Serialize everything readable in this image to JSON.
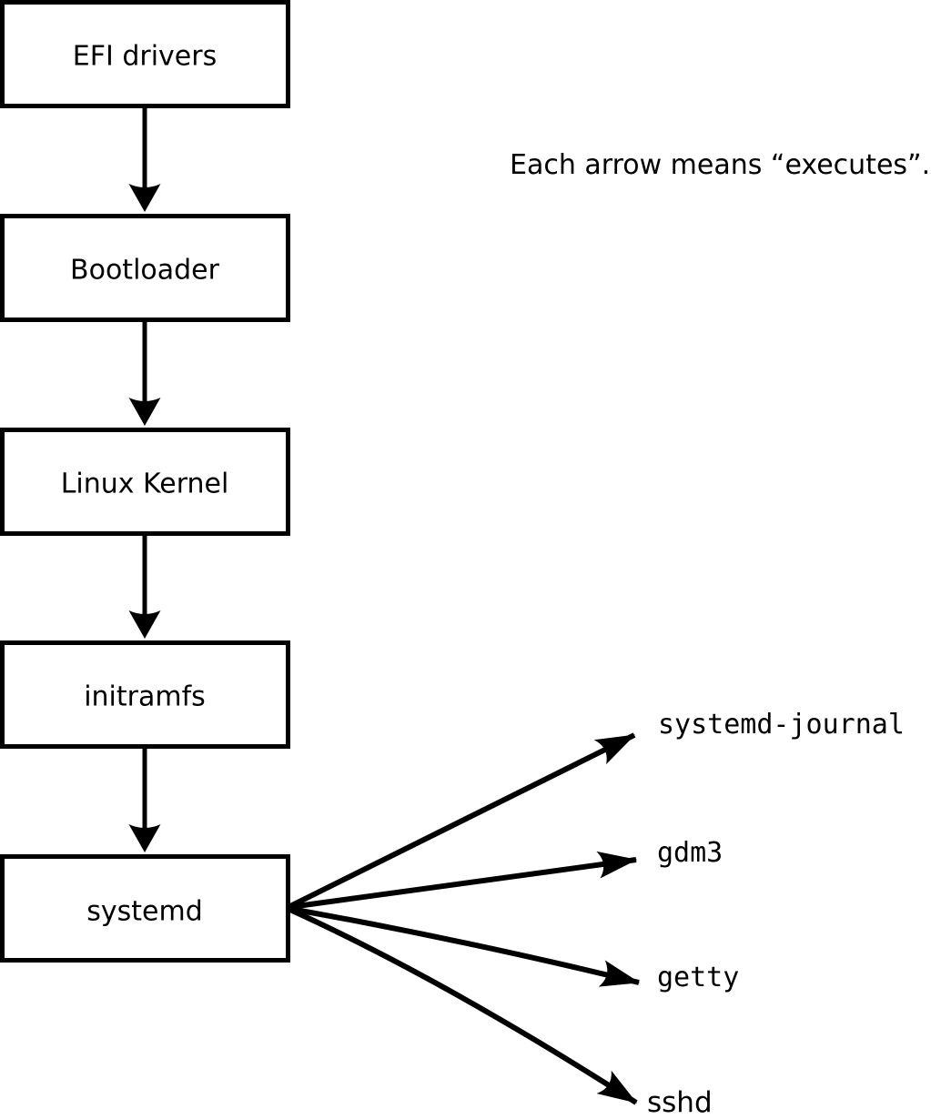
{
  "diagram": {
    "note": "Each arrow means “executes”.",
    "chain": [
      {
        "label": "EFI drivers"
      },
      {
        "label": "Bootloader"
      },
      {
        "label": "Linux Kernel"
      },
      {
        "label": "initramfs"
      },
      {
        "label": "systemd"
      }
    ],
    "spawned": [
      {
        "label": "systemd-journal"
      },
      {
        "label": "gdm3"
      },
      {
        "label": "getty"
      },
      {
        "label": "sshd"
      }
    ],
    "colors": {
      "foreground": "#000000",
      "background": "#ffffff"
    }
  }
}
